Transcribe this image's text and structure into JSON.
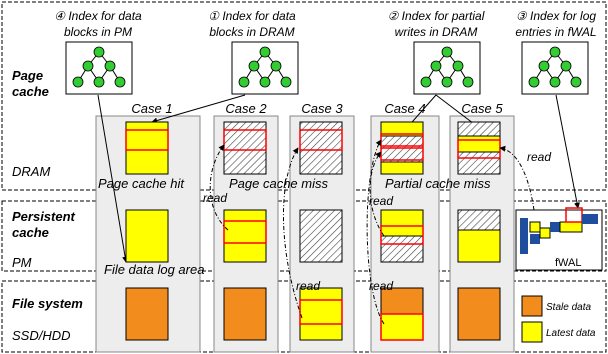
{
  "index_labels": [
    {
      "line1": "④ Index for data",
      "line2": "blocks in PM"
    },
    {
      "line1": "① Index for data",
      "line2": "blocks in DRAM"
    },
    {
      "line1": "② Index for partial",
      "line2": "writes in DRAM"
    },
    {
      "line1": "③ Index for log",
      "line2": "entries in fWAL"
    }
  ],
  "layers": [
    {
      "name_line1": "Page",
      "name_line2": "cache",
      "sub": "DRAM"
    },
    {
      "name_line1": "Persistent",
      "name_line2": "cache",
      "sub": "PM"
    },
    {
      "name_line1": "File system",
      "name_line2": "",
      "sub": "SSD/HDD"
    }
  ],
  "cases": [
    "Case 1",
    "Case 2",
    "Case 3",
    "Case 4",
    "Case 5"
  ],
  "annotations": {
    "page_cache_hit": "Page cache hit",
    "page_cache_miss": "Page cache miss",
    "partial_cache_miss": "Partial cache miss",
    "file_data_log_area": "File data log area",
    "read": "read",
    "fwal": "fWAL"
  },
  "legend": [
    {
      "label": "Stale data",
      "color": "#f28c1c"
    },
    {
      "label": "Latest data",
      "color": "#ffff00"
    }
  ],
  "colors": {
    "yellow": "#ffff00",
    "orange": "#f28c1c",
    "tree_node": "#33cc33",
    "highlight": "#ff0000",
    "fwal_blue": "#1f4e9e",
    "column_bg": "#ededed"
  }
}
